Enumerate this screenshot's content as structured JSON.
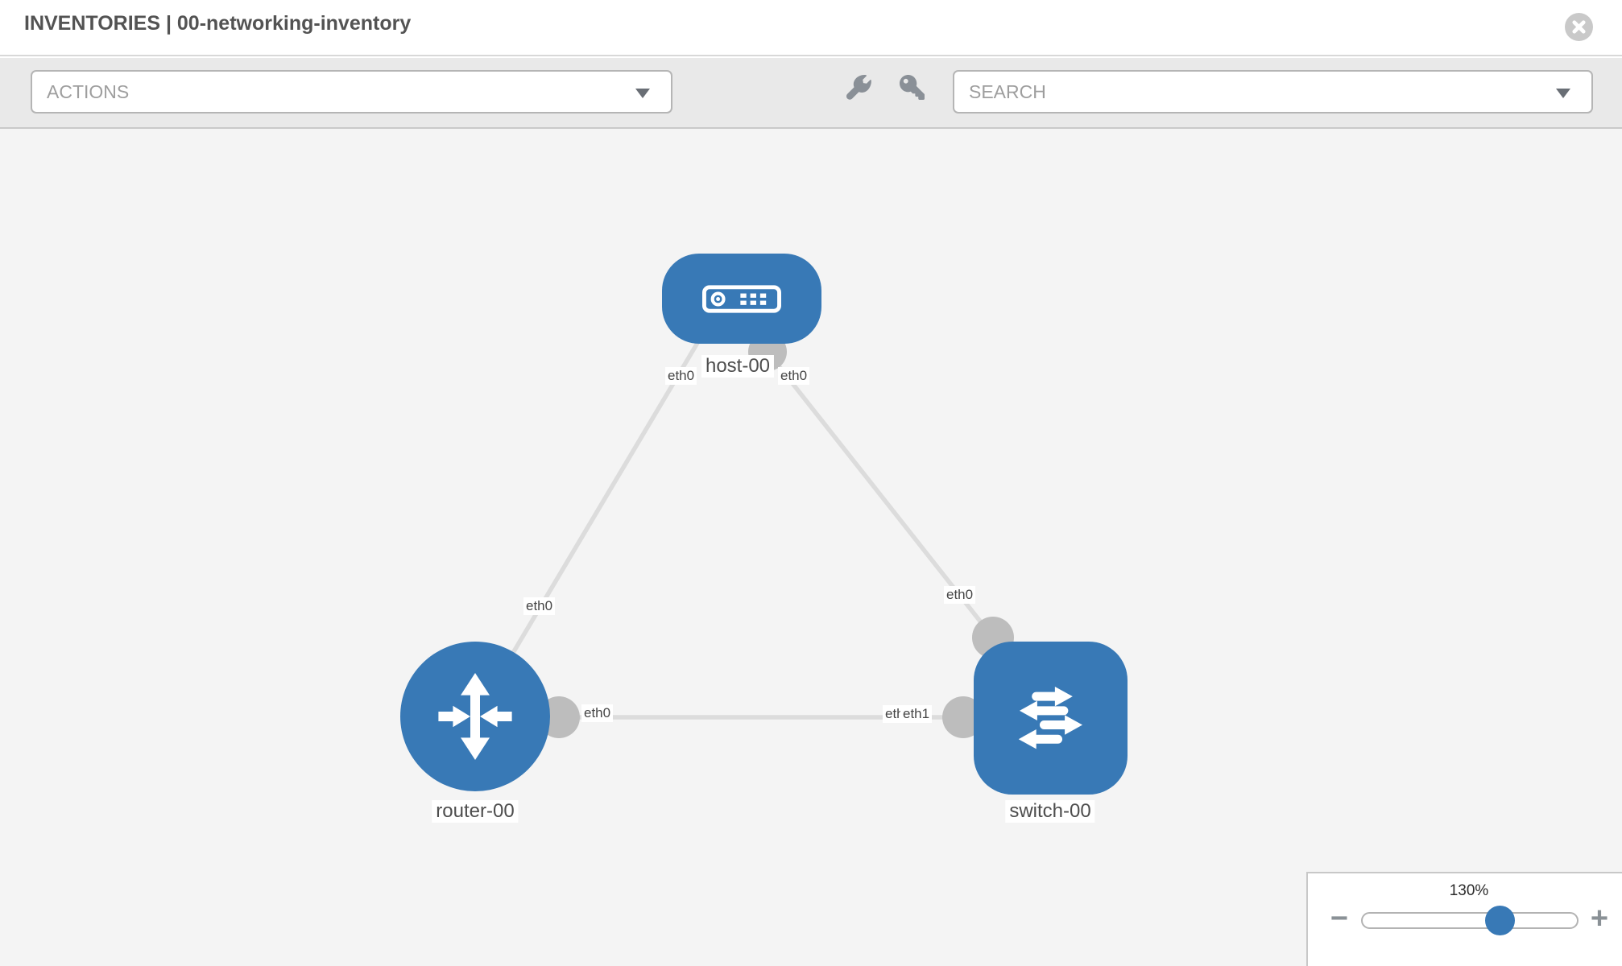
{
  "header": {
    "title": "INVENTORIES | 00-networking-inventory",
    "close_icon": "close-icon"
  },
  "toolbar": {
    "actions": {
      "label": "ACTIONS"
    },
    "search": {
      "label": "SEARCH"
    },
    "icons": [
      "wrench-icon",
      "key-icon"
    ]
  },
  "topology": {
    "nodes": [
      {
        "id": "host-00",
        "label": "host-00",
        "type": "host",
        "icon": "host-icon"
      },
      {
        "id": "router-00",
        "label": "router-00",
        "type": "router",
        "icon": "router-icon"
      },
      {
        "id": "switch-00",
        "label": "switch-00",
        "type": "switch",
        "icon": "switch-icon"
      }
    ],
    "edges": [
      {
        "from": "host-00",
        "to": "router-00",
        "from_iface": "eth0",
        "to_iface": "eth0"
      },
      {
        "from": "host-00",
        "to": "switch-00",
        "from_iface": "eth0",
        "to_iface": "eth0"
      },
      {
        "from": "router-00",
        "to": "switch-00",
        "from_iface": "eth0",
        "to_iface": "eth1",
        "to_iface_overlapped": "eth0"
      }
    ]
  },
  "zoom": {
    "value": "130%",
    "minus": "−",
    "plus": "+"
  },
  "colors": {
    "node_blue": "#3879b6",
    "edge_gray": "#dcdcdc",
    "connector_gray": "#bdbdbd",
    "toolbar_bg": "#e9e9e9",
    "canvas_bg": "#f4f4f4"
  }
}
